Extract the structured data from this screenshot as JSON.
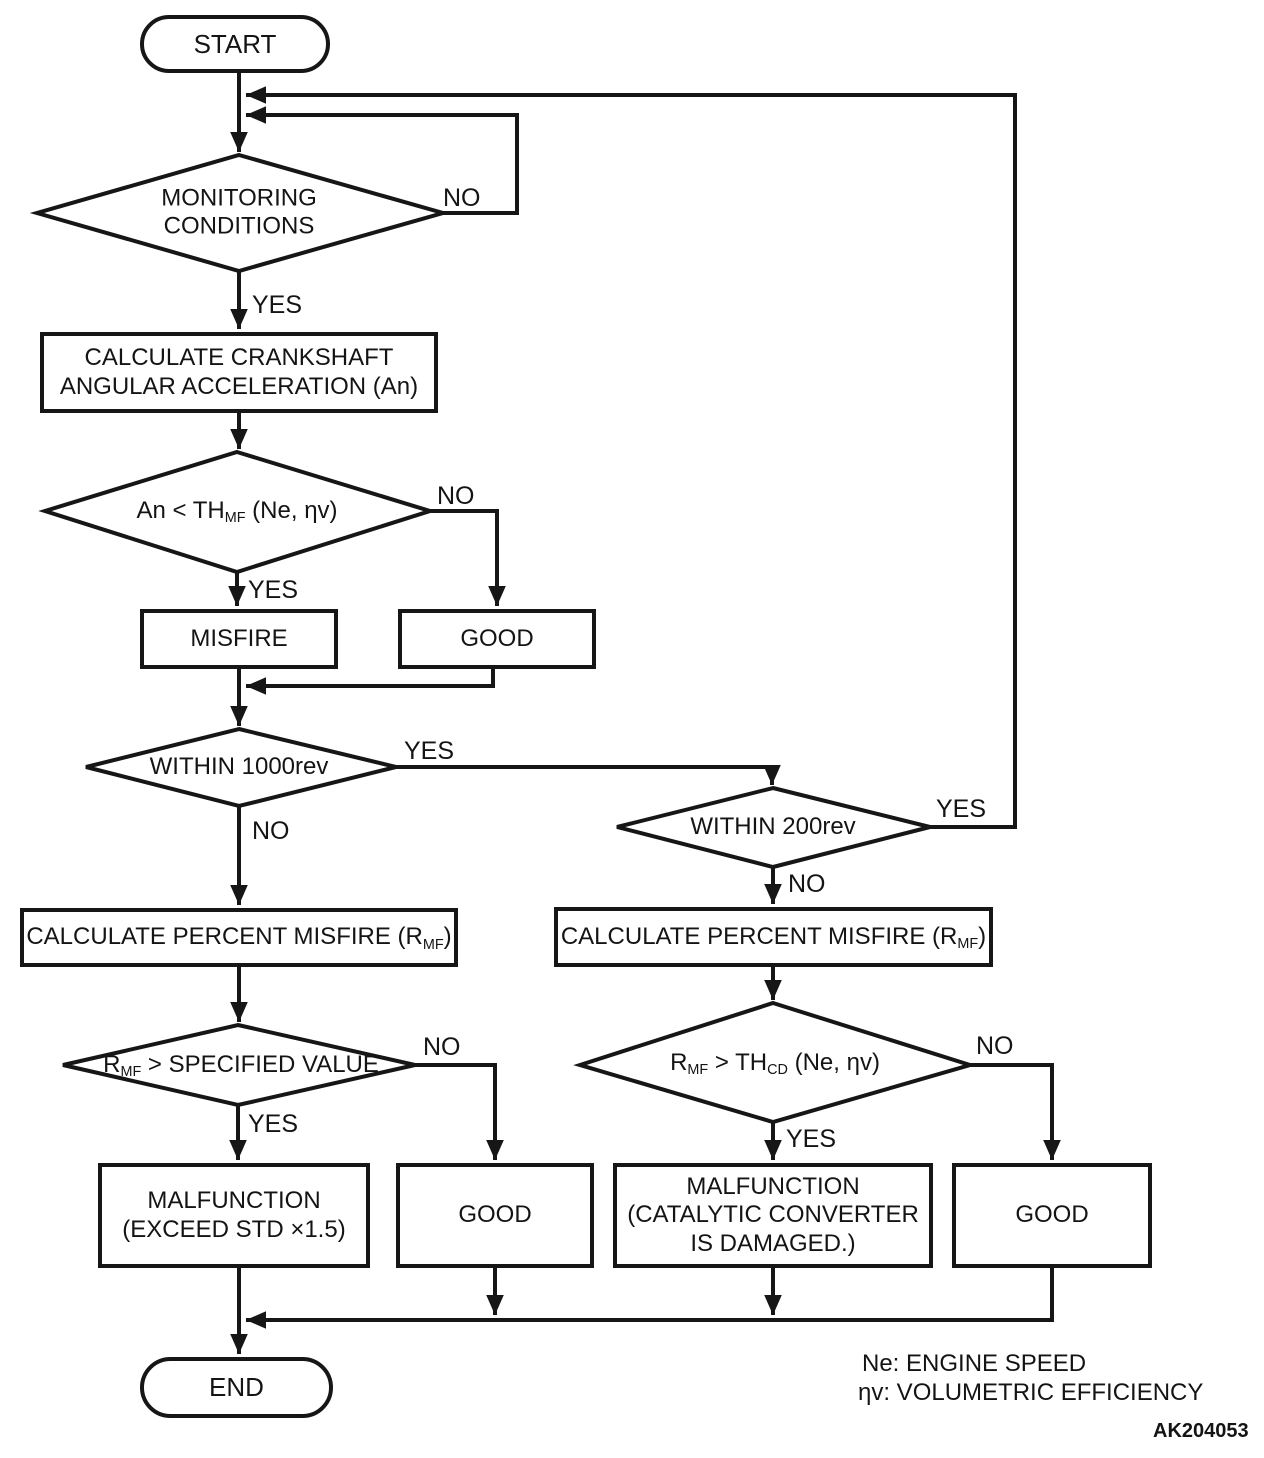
{
  "diagram": {
    "nodes": {
      "start": {
        "label": "START"
      },
      "monitoring": {
        "line1": "MONITORING",
        "line2": "CONDITIONS"
      },
      "calc_crankshaft": {
        "line1": "CALCULATE CRANKSHAFT",
        "line2": "ANGULAR ACCELERATION (An)"
      },
      "an_threshold": {
        "pre": "An < TH",
        "sub": "MF",
        "post": " (Ne, ηv)"
      },
      "misfire": {
        "label": "MISFIRE"
      },
      "good_top": {
        "label": "GOOD"
      },
      "within_1000rev": {
        "label": "WITHIN 1000rev"
      },
      "within_200rev": {
        "label": "WITHIN 200rev"
      },
      "calc_percent_left": {
        "pre": "CALCULATE PERCENT MISFIRE (R",
        "sub": "MF",
        "post": ")"
      },
      "calc_percent_right": {
        "pre": "CALCULATE PERCENT MISFIRE (R",
        "sub": "MF",
        "post": ")"
      },
      "r_specified": {
        "pre": "R",
        "sub": "MF",
        "post": " > SPECIFIED VALUE"
      },
      "r_th_cd": {
        "pre": "R",
        "sub1": "MF",
        "mid": " > TH",
        "sub2": "CD",
        "post": " (Ne, ηv)"
      },
      "malfunction_std": {
        "line1": "MALFUNCTION",
        "line2": "(EXCEED STD ×1.5)"
      },
      "good_left": {
        "label": "GOOD"
      },
      "malfunction_cat": {
        "line1": "MALFUNCTION",
        "line2": "(CATALYTIC CONVERTER",
        "line3": "IS DAMAGED.)"
      },
      "good_right": {
        "label": "GOOD"
      },
      "end": {
        "label": "END"
      }
    },
    "edge_labels": {
      "monitoring_no": "NO",
      "monitoring_yes": "YES",
      "an_no": "NO",
      "an_yes": "YES",
      "w1000_yes": "YES",
      "w1000_no": "NO",
      "w200_yes": "YES",
      "w200_no": "NO",
      "rspec_no": "NO",
      "rspec_yes": "YES",
      "rthcd_no": "NO",
      "rthcd_yes": "YES"
    },
    "legend": {
      "line1": "Ne: ENGINE SPEED",
      "line2": "ηv: VOLUMETRIC EFFICIENCY",
      "code": "AK204053"
    }
  }
}
